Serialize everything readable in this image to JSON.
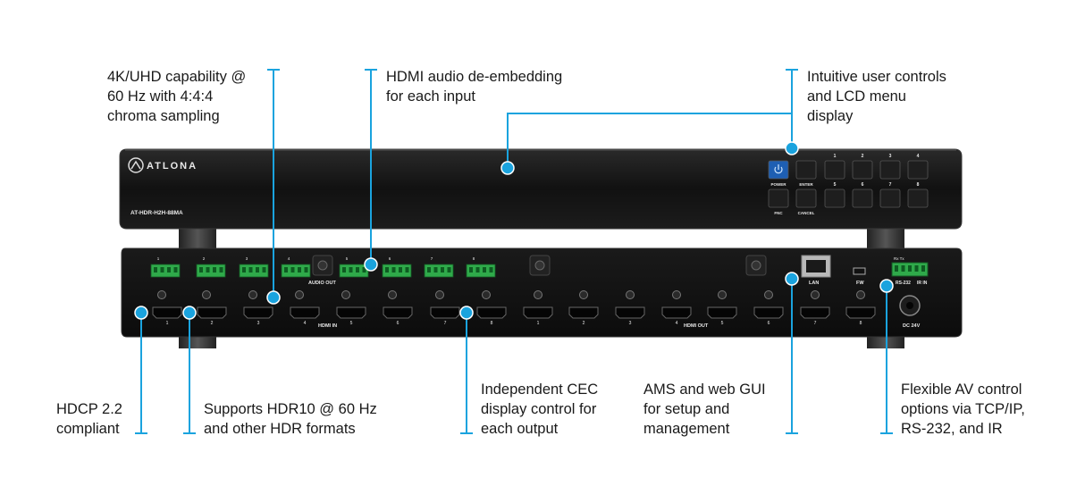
{
  "device": {
    "brand": "ATLONA",
    "model": "AT-HDR-H2H-88MA",
    "front_buttons": {
      "power": "POWER",
      "enter": "ENTER",
      "fnc": "FNC",
      "cancel": "CANCEL",
      "top_numbers": [
        "1",
        "2",
        "3",
        "4"
      ],
      "bottom_numbers": [
        "5",
        "6",
        "7",
        "8"
      ]
    },
    "rear_labels": {
      "audio_out": "AUDIO OUT",
      "hdmi_in": "HDMI IN",
      "hdmi_out": "HDMI OUT",
      "lan": "LAN",
      "fw": "FW",
      "rs232": "RS-232",
      "ir_in": "IR IN",
      "dc": "DC 24V",
      "rs232_pins": "Rx Tx",
      "ports": [
        "1",
        "2",
        "3",
        "4",
        "5",
        "6",
        "7",
        "8"
      ]
    },
    "colors": {
      "chassis": "#141414",
      "accent": "#1aa3de",
      "power_button": "#1e5fb3",
      "audio_terminal": "#2faa4a"
    }
  },
  "callouts": [
    {
      "id": "uhd",
      "text": "4K/UHD capability @\n60 Hz with 4:4:4\nchroma sampling"
    },
    {
      "id": "deembed",
      "text": "HDMI audio de-embedding\nfor each input"
    },
    {
      "id": "controls",
      "text": "Intuitive user controls\nand LCD menu\ndisplay"
    },
    {
      "id": "hdcp",
      "text": "HDCP 2.2\ncompliant"
    },
    {
      "id": "hdr",
      "text": "Supports HDR10 @ 60 Hz\nand other HDR formats"
    },
    {
      "id": "cec",
      "text": "Independent CEC\ndisplay control for\neach output"
    },
    {
      "id": "ams",
      "text": "AMS and web GUI\nfor setup and\nmanagement"
    },
    {
      "id": "control",
      "text": "Flexible AV control\noptions via TCP/IP,\nRS-232, and IR"
    }
  ]
}
